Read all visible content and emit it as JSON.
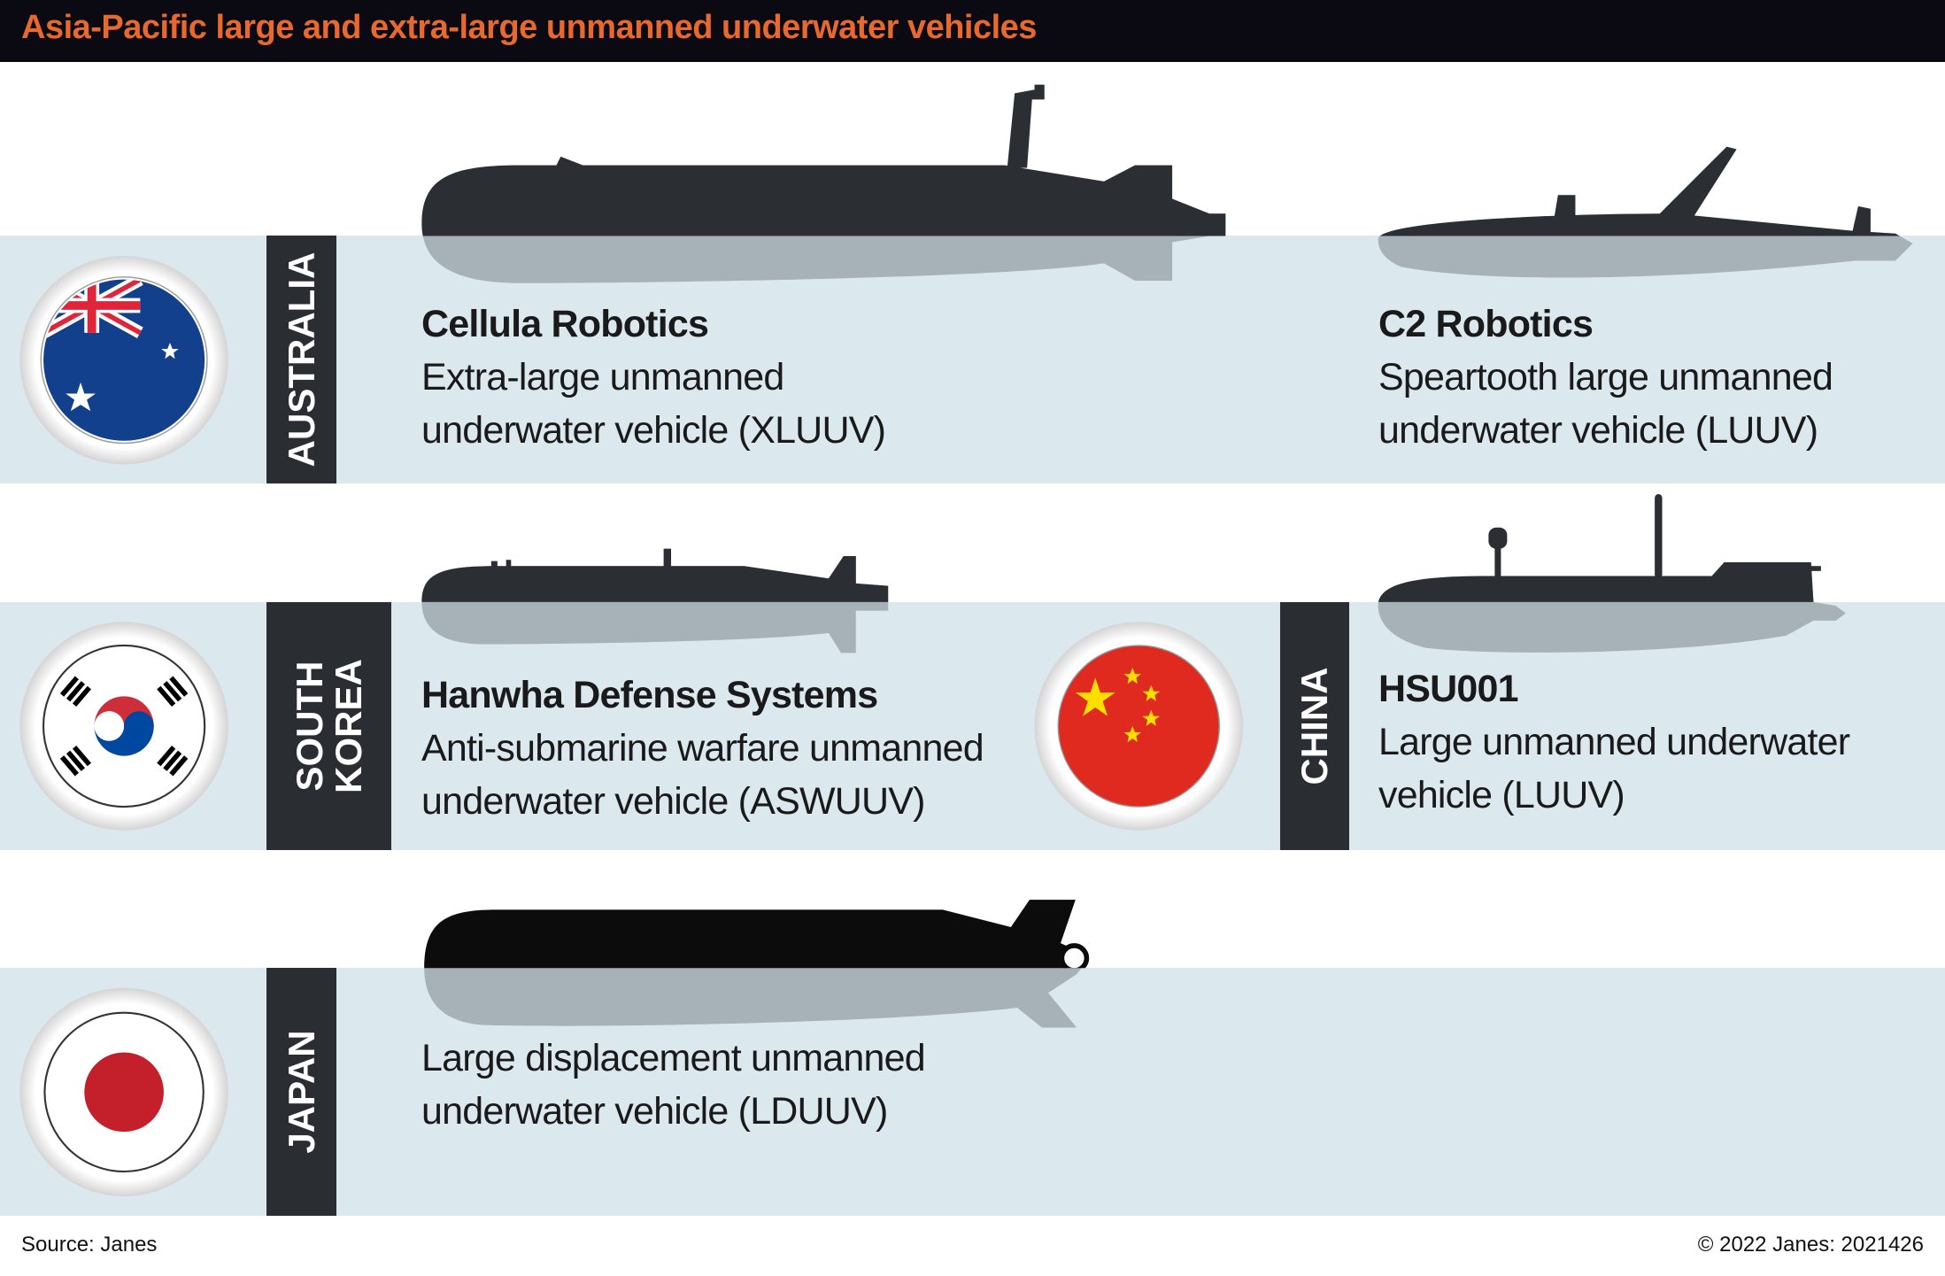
{
  "title": "Asia-Pacific large and extra-large unmanned underwater vehicles",
  "colors": {
    "title": "#e8692d",
    "band": "#dbe9ef",
    "label_bg": "#2a2d31",
    "hull_dark": "#2b2f33",
    "hull_shadow": "#a7b2b8"
  },
  "entries": [
    {
      "country": "AUSTRALIA",
      "company": "Cellula Robotics",
      "lines": [
        "Extra-large unmanned",
        "underwater vehicle (XLUUV)"
      ]
    },
    {
      "country": "AUSTRALIA",
      "company": "C2 Robotics",
      "lines": [
        "Speartooth large unmanned",
        "underwater vehicle (LUUV)"
      ]
    },
    {
      "country_lines": [
        "SOUTH",
        "KOREA"
      ],
      "company": "Hanwha Defense Systems",
      "lines": [
        "Anti-submarine warfare unmanned",
        "underwater vehicle (ASWUUV)"
      ]
    },
    {
      "country": "CHINA",
      "company": "HSU001",
      "lines": [
        "Large unmanned underwater",
        "vehicle (LUUV)"
      ]
    },
    {
      "country": "JAPAN",
      "lines": [
        "Large displacement unmanned",
        "underwater vehicle (LDUUV)"
      ]
    }
  ],
  "footer": {
    "source": "Source: Janes",
    "copyright": "© 2022 Janes: 2021426"
  }
}
